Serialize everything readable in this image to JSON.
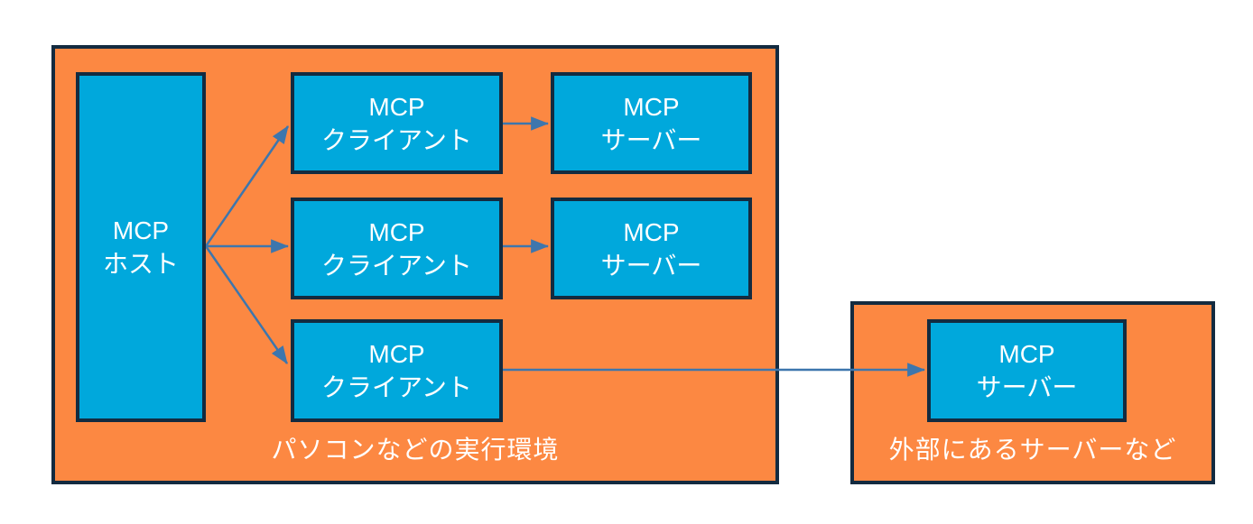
{
  "diagram": {
    "colors": {
      "container_fill": "#FC8842",
      "node_fill": "#00A8DC",
      "border": "#132B40",
      "arrow": "#3D76AD",
      "text": "#FFFFFF"
    },
    "local_environment": {
      "label": "パソコンなどの実行環境",
      "host": {
        "line1": "MCP",
        "line2": "ホスト"
      },
      "clients": [
        {
          "line1": "MCP",
          "line2": "クライアント"
        },
        {
          "line1": "MCP",
          "line2": "クライアント"
        },
        {
          "line1": "MCP",
          "line2": "クライアント"
        }
      ],
      "servers": [
        {
          "line1": "MCP",
          "line2": "サーバー"
        },
        {
          "line1": "MCP",
          "line2": "サーバー"
        }
      ]
    },
    "external_environment": {
      "label": "外部にあるサーバーなど",
      "server": {
        "line1": "MCP",
        "line2": "サーバー"
      }
    }
  }
}
